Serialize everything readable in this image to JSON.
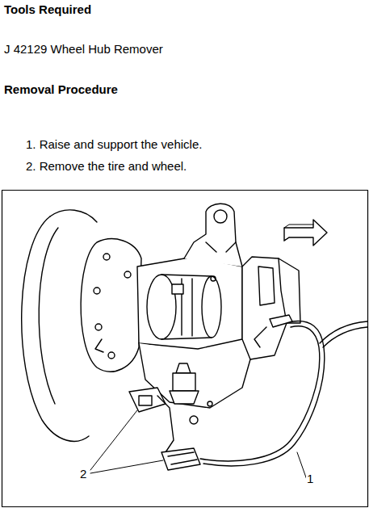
{
  "diagram": {
    "labels": [
      "Tools Required",
      "J 42129 Wheel Hub Remover",
      "Removal Procedure",
      "1. Raise and support the vehicle.",
      "2. Remove the tire and wheel.",
      "2",
      "1"
    ]
  }
}
